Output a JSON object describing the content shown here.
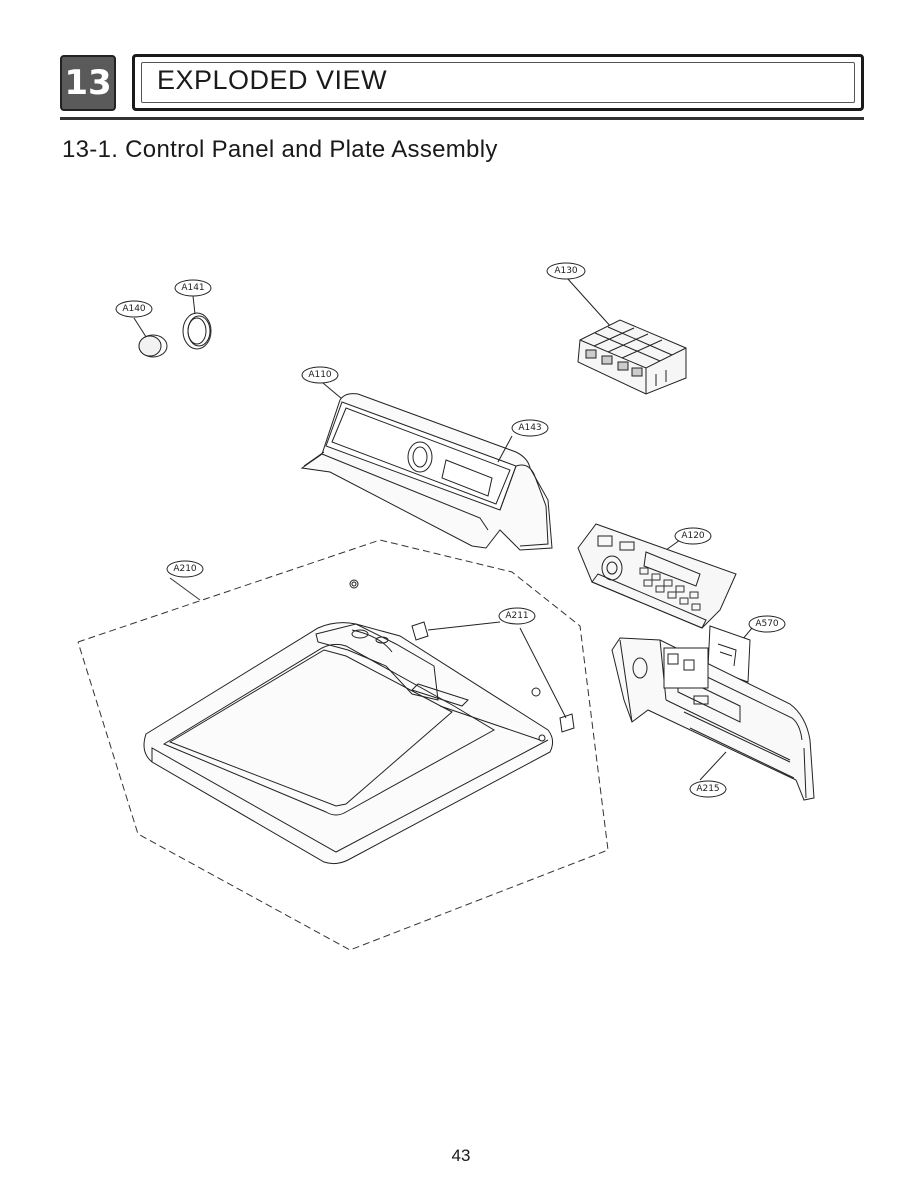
{
  "header": {
    "chapter_number": "13",
    "chapter_title": "EXPLODED VIEW",
    "section_title": "13-1. Control Panel and Plate Assembly"
  },
  "callouts": {
    "A140": "A140",
    "A141": "A141",
    "A130": "A130",
    "A110": "A110",
    "A143": "A143",
    "A120": "A120",
    "A210": "A210",
    "A211": "A211",
    "A570": "A570",
    "A215": "A215"
  },
  "footer": {
    "page_number": "43"
  }
}
